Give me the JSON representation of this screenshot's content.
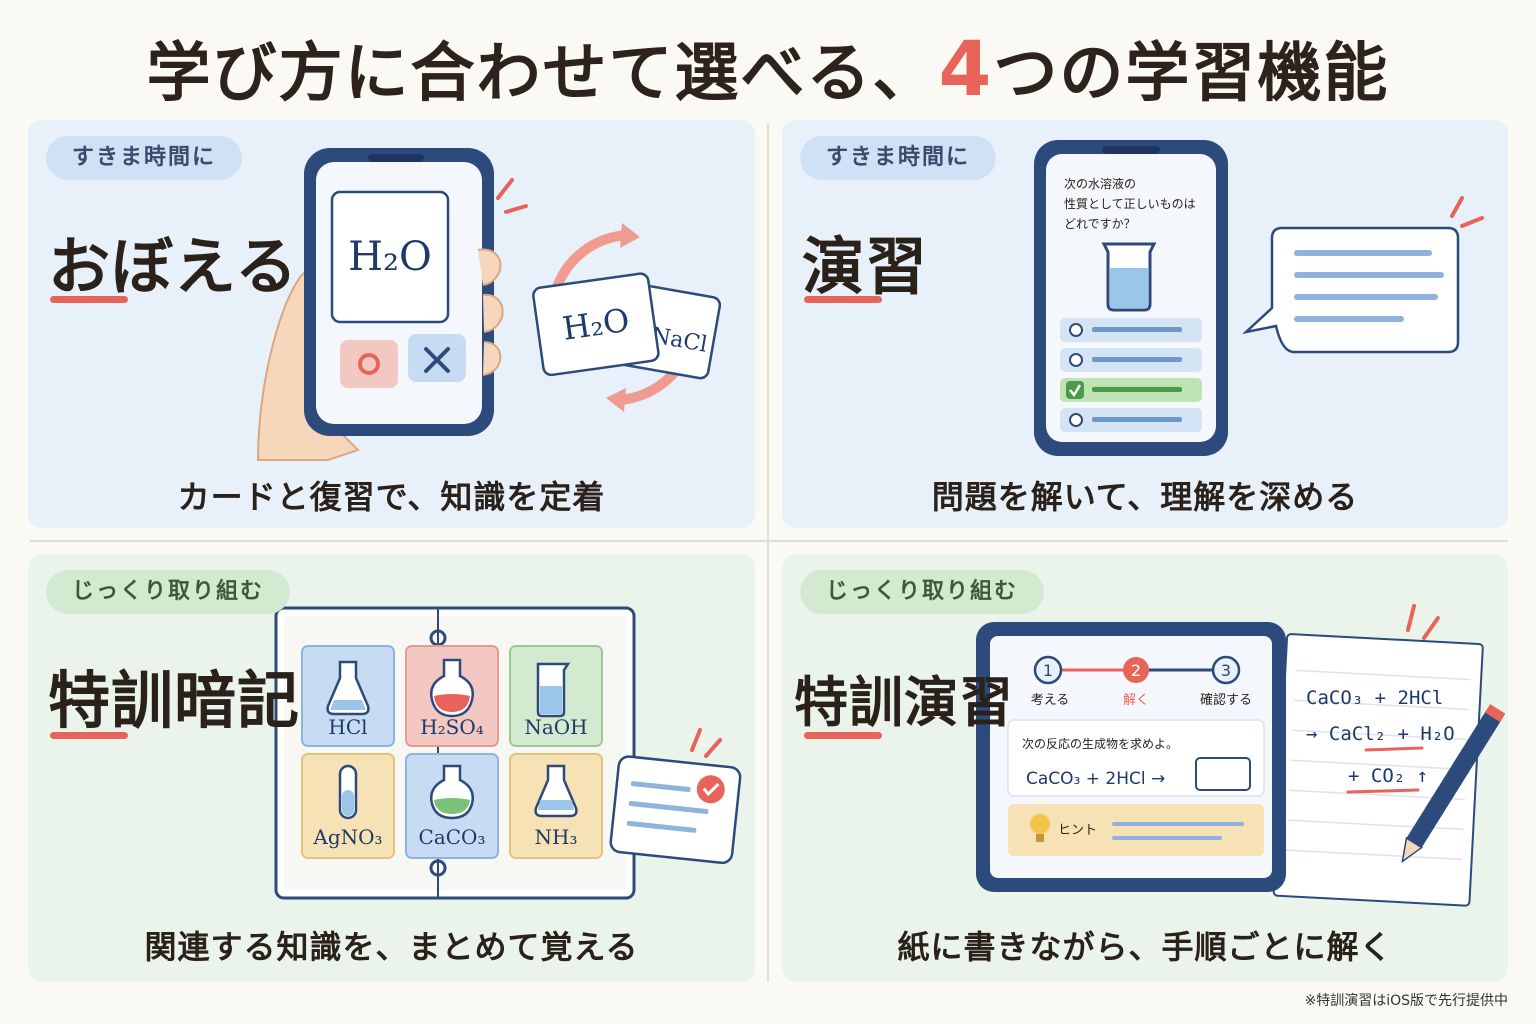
{
  "title": {
    "pre": "学び方に合わせて選べる、",
    "num": "4",
    "post": "つの学習機能"
  },
  "panels": [
    {
      "tag": "すきま時間に",
      "heading": "おぼえる",
      "caption": "カードと復習で、知識を定着",
      "phone_formula": "H₂O",
      "card_front": "H₂O",
      "card_back": "NaCl"
    },
    {
      "tag": "すきま時間に",
      "heading": "演習",
      "caption": "問題を解いて、理解を深める",
      "question_lines": [
        "次の水溶液の",
        "性質として正しいものは",
        "どれですか？"
      ]
    },
    {
      "tag": "じっくり取り組む",
      "heading": "特訓暗記",
      "caption": "関連する知識を、まとめて覚える",
      "cells": [
        "HCl",
        "H₂SO₄",
        "NaOH",
        "AgNO₃",
        "CaCO₃",
        "NH₃"
      ]
    },
    {
      "tag": "じっくり取り組む",
      "heading": "特訓演習",
      "caption": "紙に書きながら、手順ごとに解く",
      "steps": [
        {
          "num": "1",
          "label": "考える"
        },
        {
          "num": "2",
          "label": "解く"
        },
        {
          "num": "3",
          "label": "確認する"
        }
      ],
      "problem": "次の反応の生成物を求めよ。",
      "equation": "CaCO₃ + 2HCl →",
      "hint": "ヒント",
      "notebook": [
        "CaCO₃ + 2HCl",
        "→ CaCl₂ + H₂O",
        "+ CO₂ ↑"
      ]
    }
  ],
  "footnote": "※特訓演習はiOS版で先行提供中",
  "colors": {
    "accent": "#e8645a",
    "navy": "#2d4a7c",
    "blue_panel": "#e8f1fa",
    "green_panel": "#eaf4ea"
  }
}
